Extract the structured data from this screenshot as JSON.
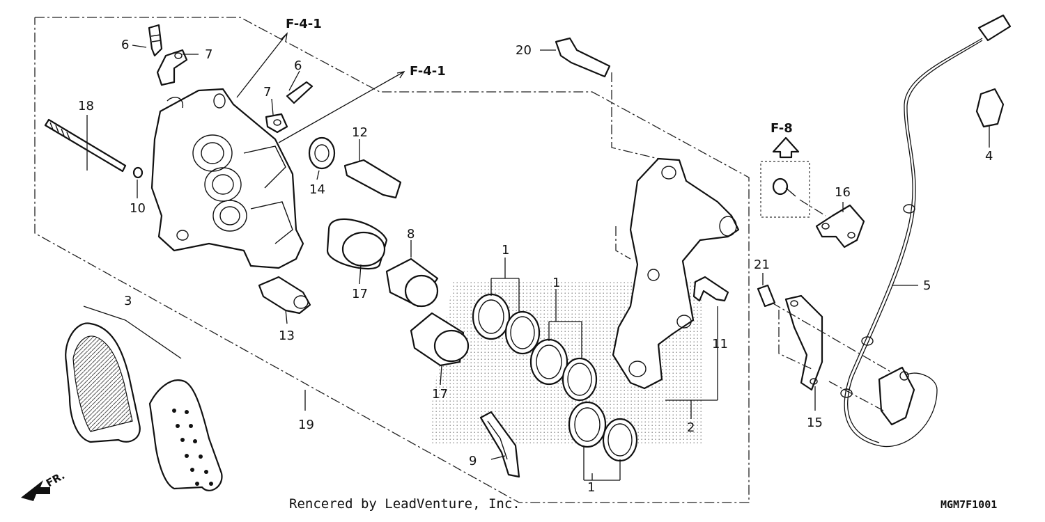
{
  "diagram": {
    "callouts": [
      "1",
      "1",
      "1",
      "1",
      "2",
      "3",
      "4",
      "5",
      "6",
      "6",
      "7",
      "7",
      "8",
      "9",
      "10",
      "11",
      "12",
      "13",
      "14",
      "15",
      "16",
      "17",
      "17",
      "18",
      "19",
      "20",
      "21"
    ],
    "references": [
      "F-4-1",
      "F-4-1",
      "F-8"
    ],
    "front_marker": "FR.",
    "credit": "Rencered by LeadVenture, Inc.",
    "diagram_code": "MGM7F1001"
  }
}
